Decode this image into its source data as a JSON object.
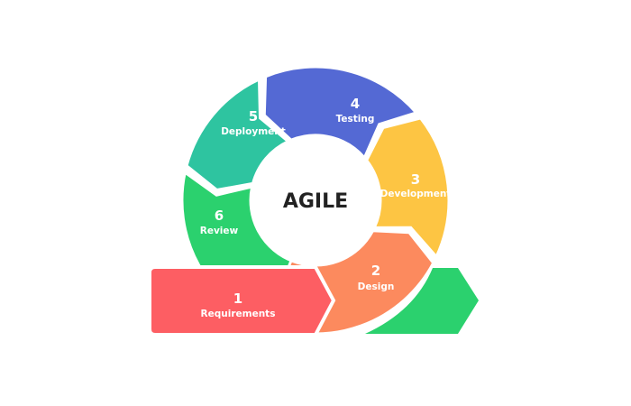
{
  "center_label": "AGILE",
  "stages": [
    {
      "number": "1",
      "label": "Requirements",
      "color": "#FD5E63"
    },
    {
      "number": "2",
      "label": "Design",
      "color": "#FC8A5E"
    },
    {
      "number": "3",
      "label": "Development",
      "color": "#FDC543"
    },
    {
      "number": "4",
      "label": "Testing",
      "color": "#5469D4"
    },
    {
      "number": "5",
      "label": "Deployment",
      "color": "#2EC4A0"
    },
    {
      "number": "6",
      "label": "Review",
      "color": "#2BD16E"
    }
  ],
  "exit_arrow_color": "#2BD16E"
}
